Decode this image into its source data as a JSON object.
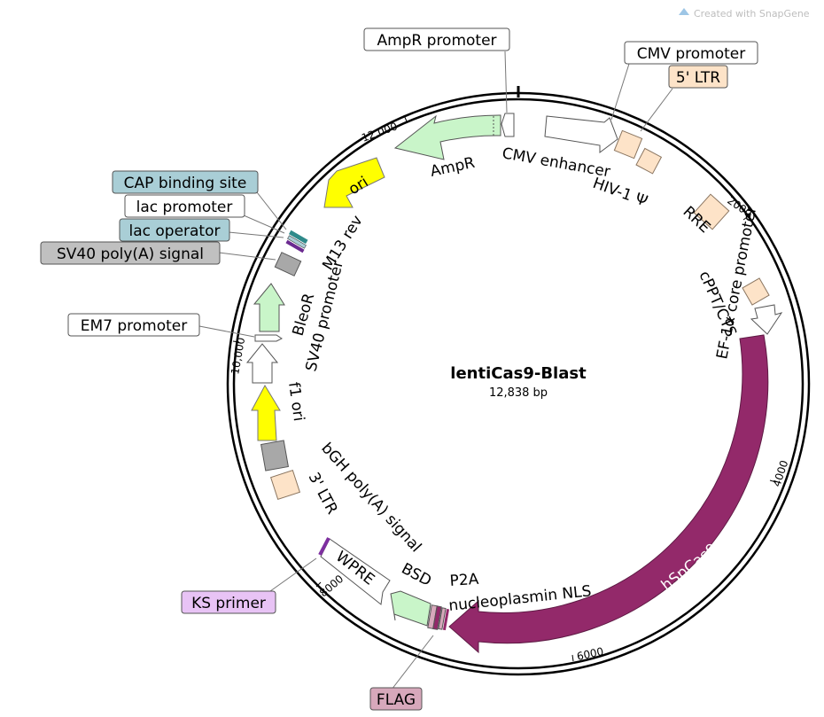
{
  "plasmid": {
    "name": "lentiCas9-Blast",
    "size": "12,838 bp"
  },
  "watermark": {
    "text": "Created with SnapGene",
    "brand_color": "#f2a7ae"
  },
  "ticks": [
    "2000",
    "4000",
    "6000",
    "8000",
    "10,000",
    "12,000"
  ],
  "features": {
    "ampr": "AmpR",
    "cmv_enhancer": "CMV enhancer",
    "hiv_psi": "HIV-1 Ψ",
    "rre": "RRE",
    "cppt": "cPPT/CTS",
    "ef1a": "EF-1α core promoter",
    "hspcas9": "hSpCas9",
    "nucleoplasmin": "nucleoplasmin NLS",
    "p2a": "P2A",
    "bsd": "BSD",
    "wpre": "WPRE",
    "bgh": "bGH poly(A) signal",
    "ltr3": "3' LTR",
    "f1ori": "f1 ori",
    "sv40_promoter": "SV40 promoter",
    "bleor": "BleoR",
    "m13rev": "M13 rev",
    "ori": "ori"
  },
  "callouts": {
    "ampr_promoter": "AmpR promoter",
    "cmv_promoter": "CMV promoter",
    "ltr5": "5' LTR",
    "cap_site": "CAP binding site",
    "lac_promoter": "lac promoter",
    "lac_operator": "lac operator",
    "sv40_polya": "SV40 poly(A) signal",
    "em7": "EM7 promoter",
    "ks_primer": "KS primer",
    "flag": "FLAG"
  },
  "colors": {
    "hspcas9": "#93296a",
    "ampr": "#c9f5c9",
    "bsd": "#c9f5c9",
    "bleor": "#c9f5c9",
    "ori": "#ffff00",
    "f1ori": "#ffff00",
    "ltr": "#fde3c8",
    "polya": "#a8a8a8",
    "cap_box": "#a9ced6",
    "sv40_box": "#c0c0c0",
    "ks_box": "#e8c3f5",
    "flag_box": "#d7a8bb"
  }
}
